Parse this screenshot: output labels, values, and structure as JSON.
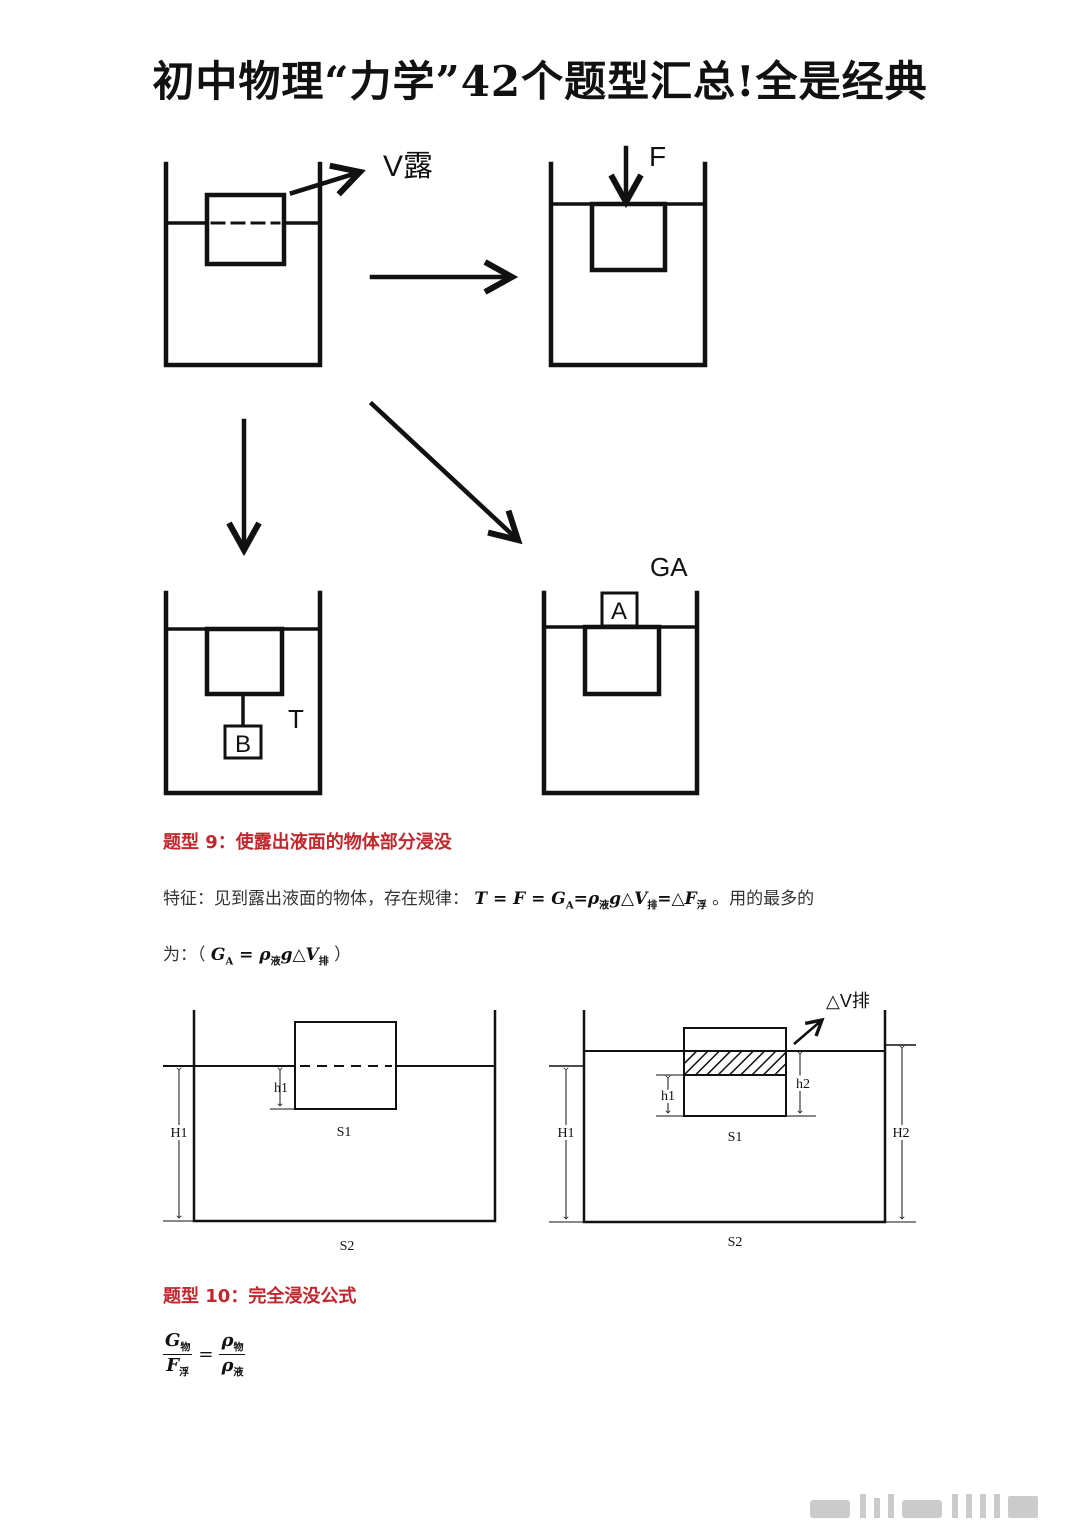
{
  "title": "初中物理“力学”42个题型汇总!全是经典",
  "top_figure": {
    "labels": {
      "v_exposed": "V露",
      "force": "F",
      "tension": "T",
      "block_b": "B",
      "block_a": "A",
      "weight_a": "GA"
    }
  },
  "section9": {
    "heading": "题型 9：使露出液面的物体部分浸没",
    "feature_prefix": "特征：见到露出液面的物体，存在规律：",
    "formula1": "T = F = G<sub>A</sub>=ρ<sub>液</sub>g△V<sub>排</sub>=△F<sub>浮</sub>",
    "feature_suffix": "。用的最多的",
    "line2_prefix": "为：（",
    "formula2": "G<sub>A</sub> = ρ<sub>液</sub>g△V<sub>排</sub>",
    "line2_suffix": "）"
  },
  "bottom_figure": {
    "left": {
      "h1": "h1",
      "H1": "H1",
      "S1": "S1",
      "S2": "S2"
    },
    "right": {
      "dv": "△V排",
      "h1": "h1",
      "h2": "h2",
      "H1": "H1",
      "H2": "H2",
      "S1": "S1",
      "S2": "S2"
    }
  },
  "section10": {
    "heading": "题型 10：完全浸没公式",
    "num_left": "G<sub>物</sub>",
    "den_left": "F<sub>浮</sub>",
    "eq": "=",
    "num_right": "ρ<sub>物</sub>",
    "den_right": "ρ<sub>液</sub>"
  }
}
